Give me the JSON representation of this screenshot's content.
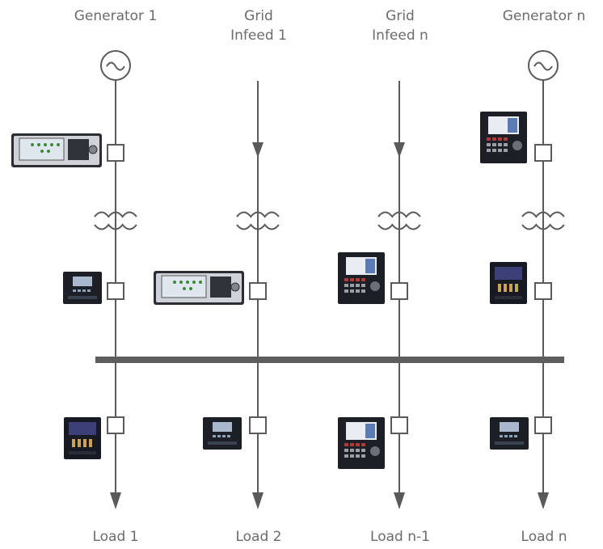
{
  "sources": [
    {
      "type": "generator",
      "label_lines": [
        "Generator 1"
      ]
    },
    {
      "type": "grid",
      "label_lines": [
        "Grid",
        "Infeed 1"
      ]
    },
    {
      "type": "grid",
      "label_lines": [
        "Grid",
        "Infeed n"
      ]
    },
    {
      "type": "generator",
      "label_lines": [
        "Generator n"
      ]
    }
  ],
  "loads": [
    {
      "label": "Load 1"
    },
    {
      "label": "Load 2"
    },
    {
      "label": "Load n-1"
    },
    {
      "label": "Load n"
    }
  ],
  "relays": {
    "upper": [
      "wide-rack",
      "none",
      "none",
      "tall"
    ],
    "middle": [
      "small",
      "wide-rack",
      "tall",
      "dark"
    ],
    "lower": [
      "dark",
      "small",
      "tall",
      "small"
    ]
  },
  "colors": {
    "line": "#5a5a5a",
    "bus": "#5e5e5e",
    "label": "#6b6b6b",
    "relay_body": "#1c1f26",
    "relay_screen": "#a9b8cc",
    "rack_face": "#cfd2d6"
  }
}
